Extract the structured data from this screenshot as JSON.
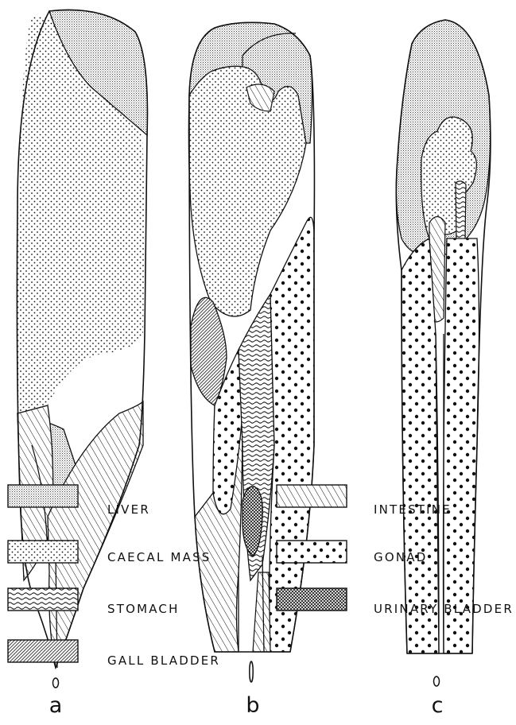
{
  "panels": [
    {
      "label": "a"
    },
    {
      "label": "b"
    },
    {
      "label": "c"
    }
  ],
  "legend": {
    "items": [
      {
        "key": "liver",
        "label": "LIVER",
        "pattern": "fine-stipple"
      },
      {
        "key": "caecal",
        "label": "CAECAL MASS",
        "pattern": "dots"
      },
      {
        "key": "stomach",
        "label": "STOMACH",
        "pattern": "wavy-lines"
      },
      {
        "key": "gall",
        "label": "GALL BLADDER",
        "pattern": "dense-diagonal-hatch"
      },
      {
        "key": "intestine",
        "label": "INTESTINE",
        "pattern": "diagonal-hatch"
      },
      {
        "key": "gonad",
        "label": "GONAD",
        "pattern": "large-dots"
      },
      {
        "key": "bladder",
        "label": "URINARY BLADDER",
        "pattern": "crosshatch"
      }
    ]
  },
  "colors": {
    "ink": "#111111",
    "paper": "#ffffff"
  }
}
